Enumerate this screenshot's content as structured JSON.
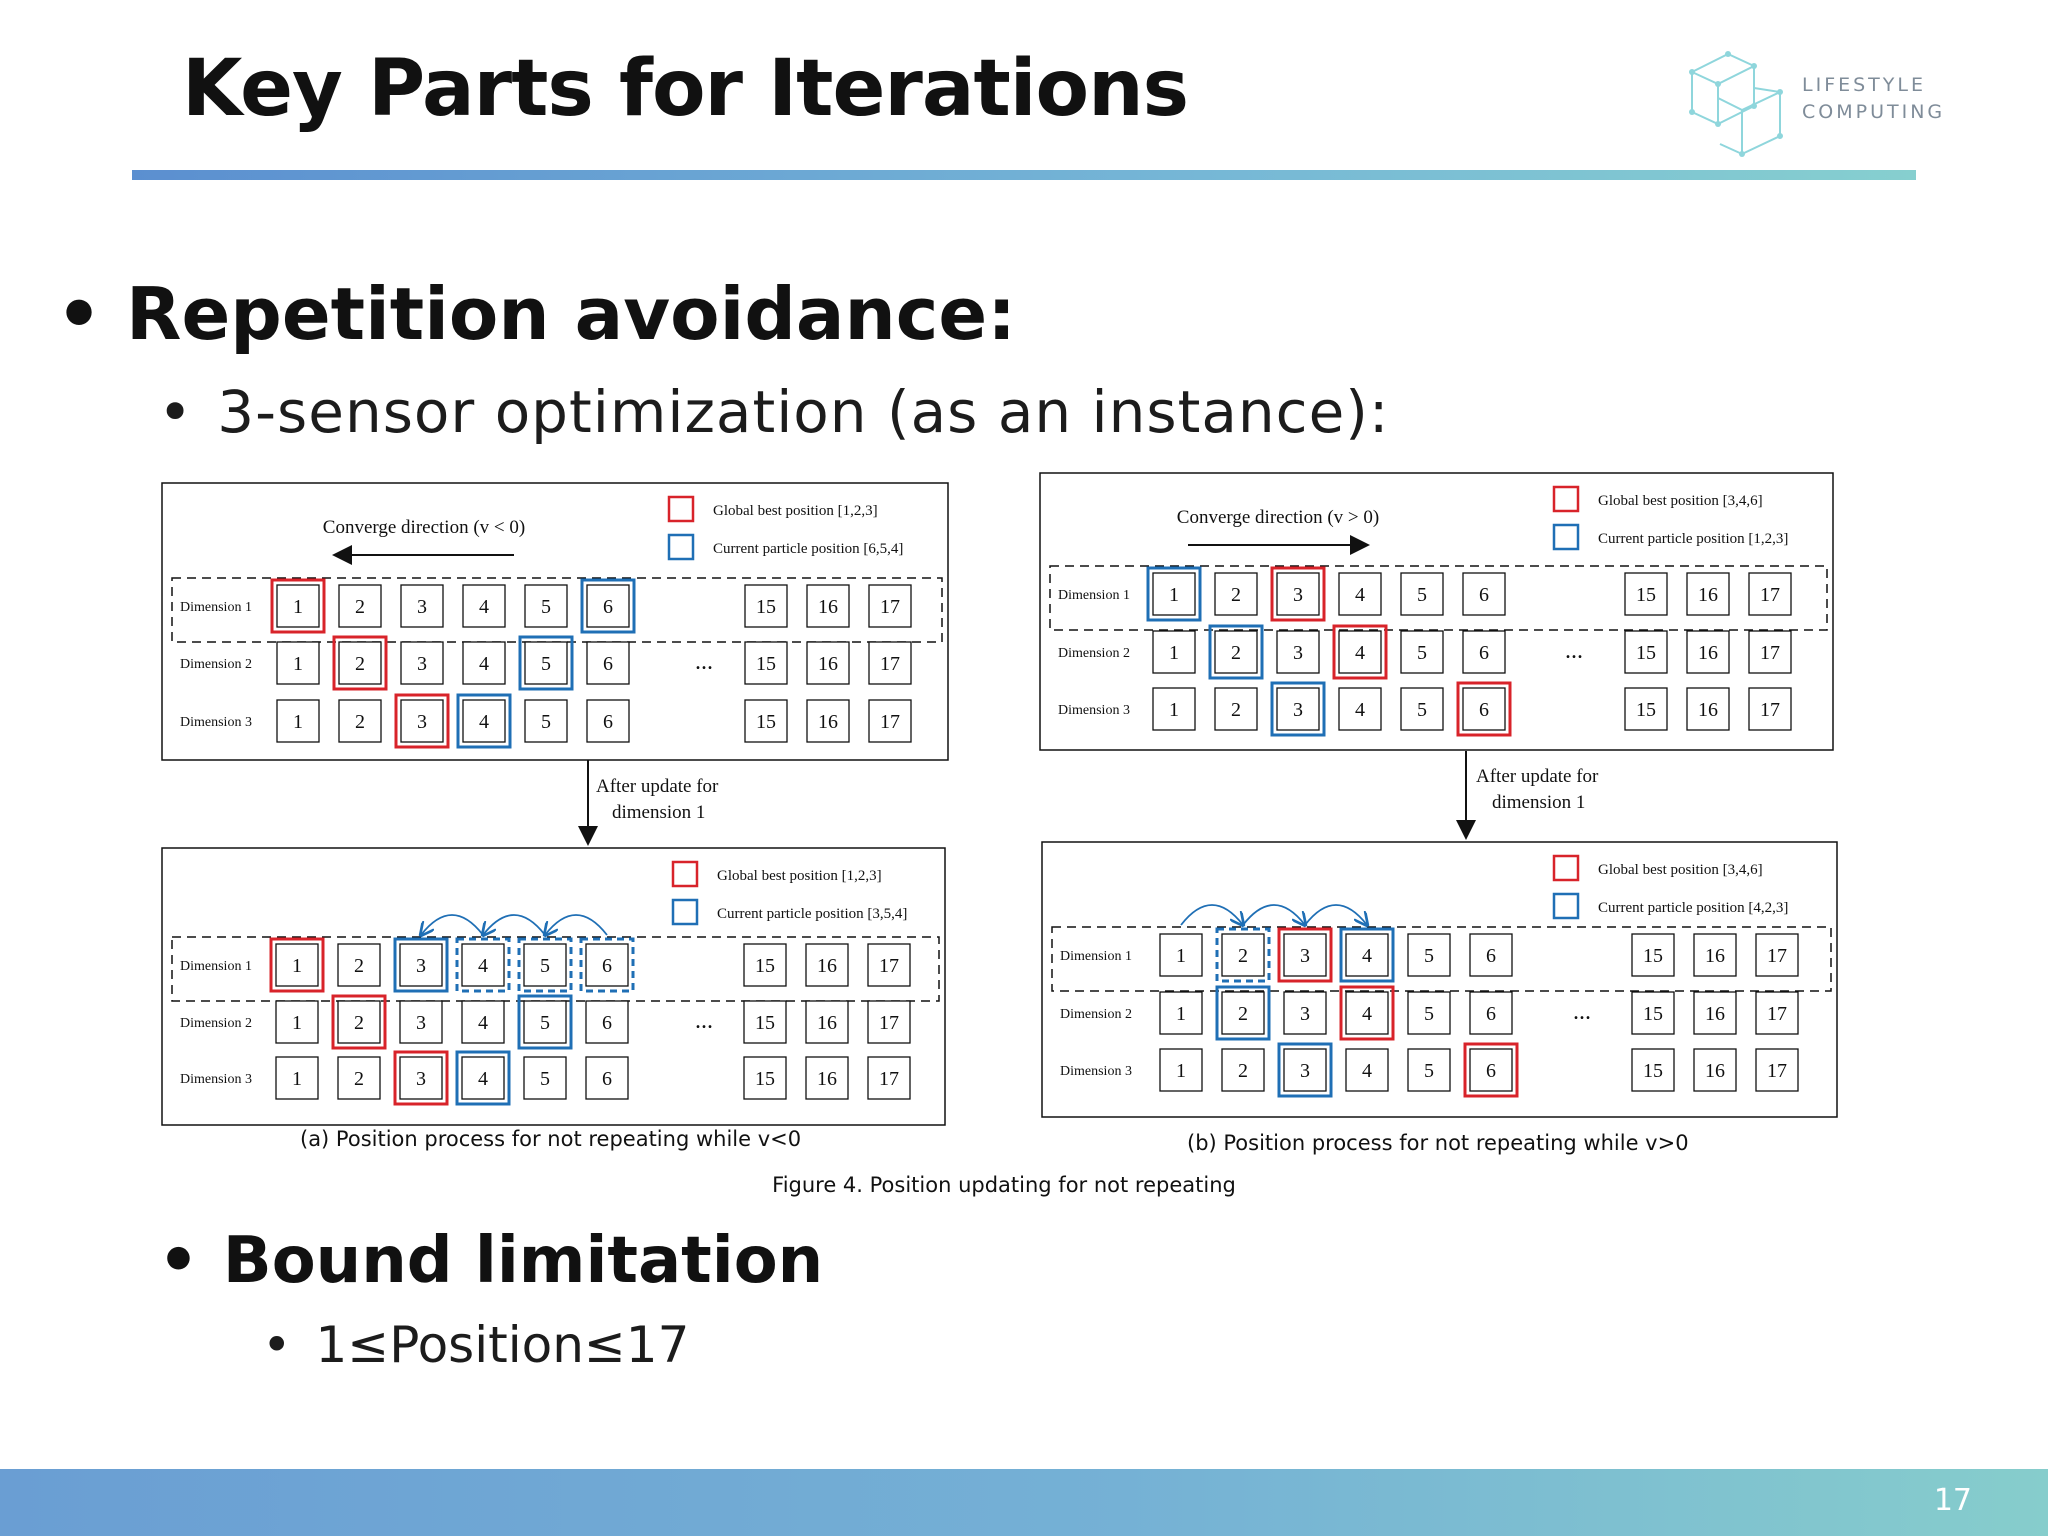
{
  "slide": {
    "title": "Key Parts for Iterations",
    "page_number": "17",
    "bullet_glyph": "•",
    "bullets": {
      "l1": "Repetition avoidance:",
      "l2": "3-sensor optimization (as an instance):",
      "l2b": "Bound limitation",
      "l3": "1≤Position≤17"
    }
  },
  "logo": {
    "line1": "LIFESTYLE",
    "line2": "COMPUTING",
    "color": "#8fd6dc"
  },
  "colors": {
    "red": "#d8232a",
    "blue": "#1f6fb5"
  },
  "figure": {
    "caption": "Figure 4. Position updating for not repeating",
    "ellipsis": "...",
    "after_update_line1": "After update for",
    "after_update_line2": "dimension 1",
    "numbers": [
      "1",
      "2",
      "3",
      "4",
      "5",
      "6",
      "15",
      "16",
      "17"
    ],
    "dimension_labels": [
      "Dimension 1",
      "Dimension 2",
      "Dimension 3"
    ],
    "panels": {
      "a": {
        "subcaption": "(a)   Position process for not repeating while v<0",
        "converge_label": "Converge direction (v < 0)",
        "top": {
          "global_best": "Global best position [1,2,3]",
          "current": "Current particle position [6,5,4]"
        },
        "bottom": {
          "global_best": "Global best position [1,2,3]",
          "current": "Current particle position [3,5,4]"
        }
      },
      "b": {
        "subcaption": "(b)   Position process for not repeating while v>0",
        "converge_label": "Converge direction (v > 0)",
        "top": {
          "global_best": "Global best position [3,4,6]",
          "current": "Current particle position [1,2,3]"
        },
        "bottom": {
          "global_best": "Global best position [3,4,6]",
          "current": "Current particle position [4,2,3]"
        }
      }
    }
  }
}
